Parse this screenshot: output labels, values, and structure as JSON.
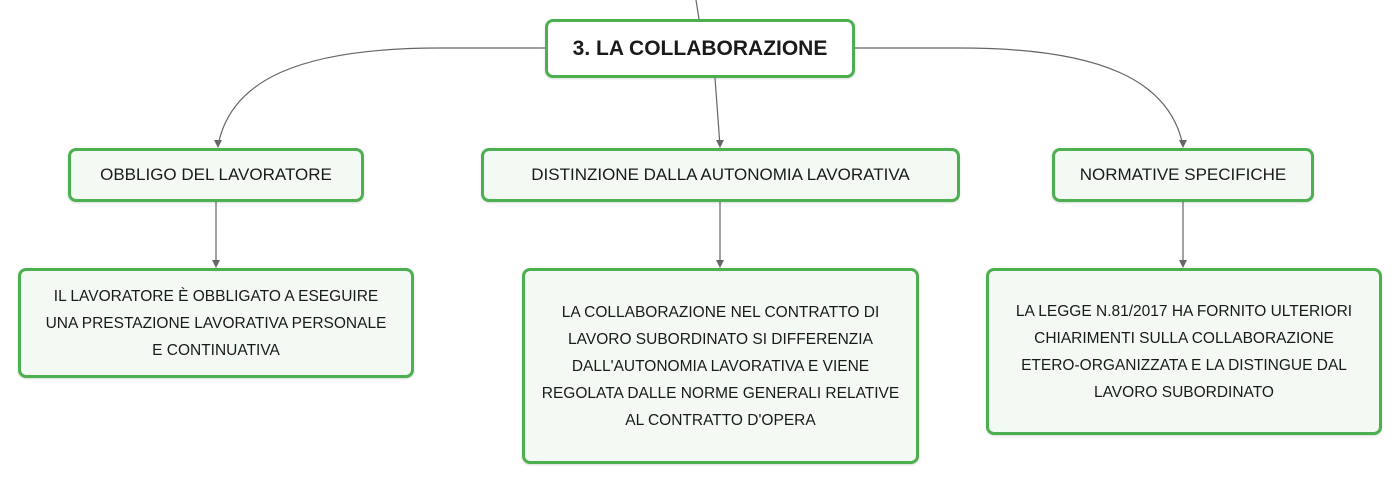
{
  "root": {
    "label": "3. LA COLLABORAZIONE"
  },
  "branches": [
    {
      "label": "OBBLIGO DEL LAVORATORE"
    },
    {
      "label": "DISTINZIONE DALLA AUTONOMIA LAVORATIVA"
    },
    {
      "label": "NORMATIVE SPECIFICHE"
    }
  ],
  "leaves": [
    {
      "lines": [
        "IL LAVORATORE È OBBLIGATO A ESEGUIRE",
        "UNA PRESTAZIONE LAVORATIVA PERSONALE",
        "E CONTINUATIVA"
      ]
    },
    {
      "lines": [
        "LA COLLABORAZIONE NEL CONTRATTO DI",
        "LAVORO SUBORDINATO SI DIFFERENZIA",
        "DALL'AUTONOMIA LAVORATIVA E VIENE",
        "REGOLATA DALLE NORME GENERALI RELATIVE",
        "AL CONTRATTO D'OPERA"
      ]
    },
    {
      "lines": [
        "LA LEGGE N.81/2017 HA FORNITO ULTERIORI",
        "CHIARIMENTI SULLA COLLABORAZIONE",
        "ETERO-ORGANIZZATA E LA DISTINGUE DAL",
        "LAVORO SUBORDINATO"
      ]
    }
  ],
  "colors": {
    "border": "#4caf50",
    "fill": "#f3faf3",
    "connector": "#666666"
  }
}
